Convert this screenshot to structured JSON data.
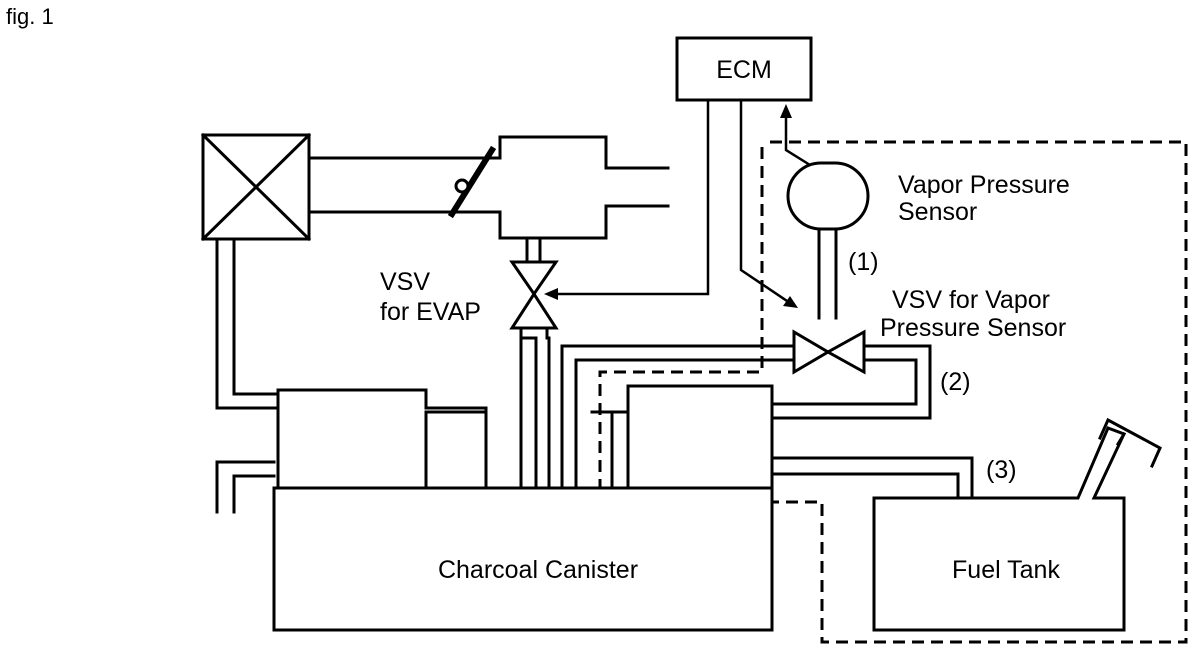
{
  "figure_label": "fig. 1",
  "labels": {
    "ecm": "ECM",
    "vapor_sensor_line1": "Vapor Pressure",
    "vapor_sensor_line2": "Sensor",
    "vsv_evap_line1": "VSV",
    "vsv_evap_line2": "for EVAP",
    "vsv_vapor_line1": "VSV for Vapor",
    "vsv_vapor_line2": "Pressure Sensor",
    "port_1": "(1)",
    "port_2": "(2)",
    "port_3": "(3)",
    "charcoal_canister": "Charcoal Canister",
    "fuel_tank": "Fuel Tank"
  }
}
